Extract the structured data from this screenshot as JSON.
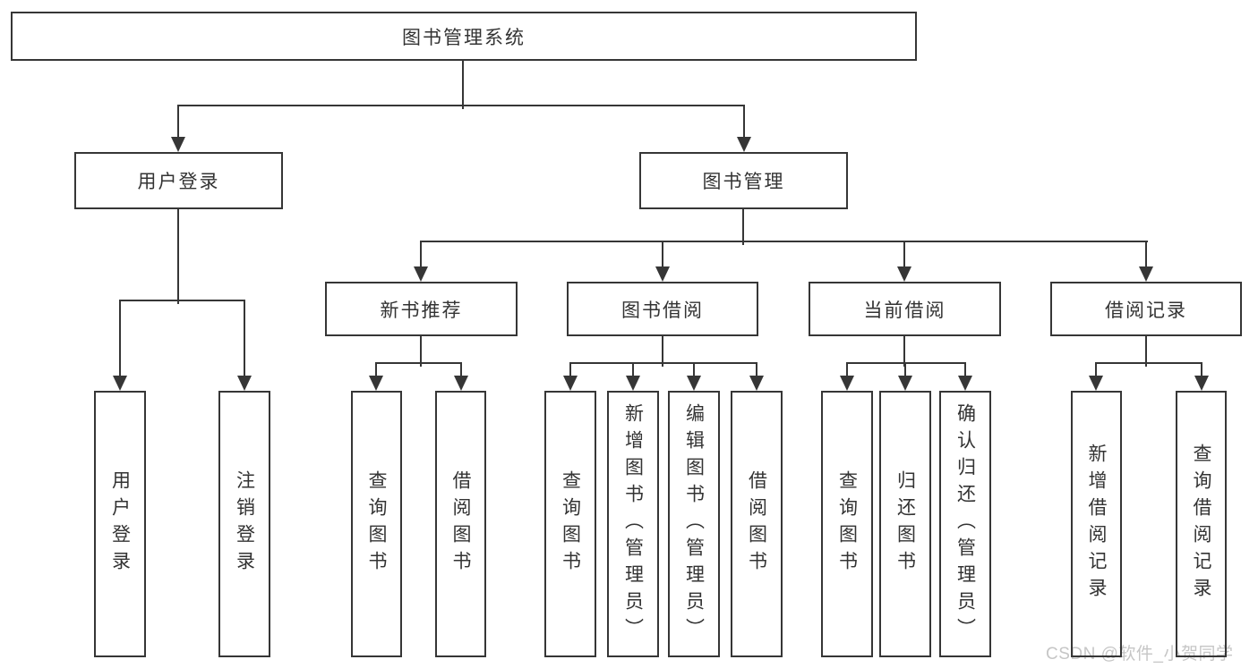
{
  "nodes": {
    "root": "图书管理系统",
    "user_login": "用户登录",
    "book_management": "图书管理",
    "new_book_recommendation": "新书推荐",
    "book_borrowing": "图书借阅",
    "current_borrowing": "当前借阅",
    "borrowing_records": "借阅记录",
    "leaf_user_login": "用户登录",
    "leaf_logout": "注销登录",
    "recommend_query_books": "查询图书",
    "recommend_borrow_books": "借阅图书",
    "borrow_query_books": "查询图书",
    "borrow_add_books_admin": "新增图书（管理员）",
    "borrow_edit_books_admin": "编辑图书（管理员）",
    "borrow_borrow_books": "借阅图书",
    "current_query_books": "查询图书",
    "current_return_books": "归还图书",
    "current_confirm_return_admin": "确认归还（管理员）",
    "records_add_record": "新增借阅记录",
    "records_query_record": "查询借阅记录"
  },
  "colors": {
    "line": "#363636",
    "text": "#333333",
    "watermark": "#c6c6c6"
  },
  "watermark": "CSDN @软件_小贺同学"
}
